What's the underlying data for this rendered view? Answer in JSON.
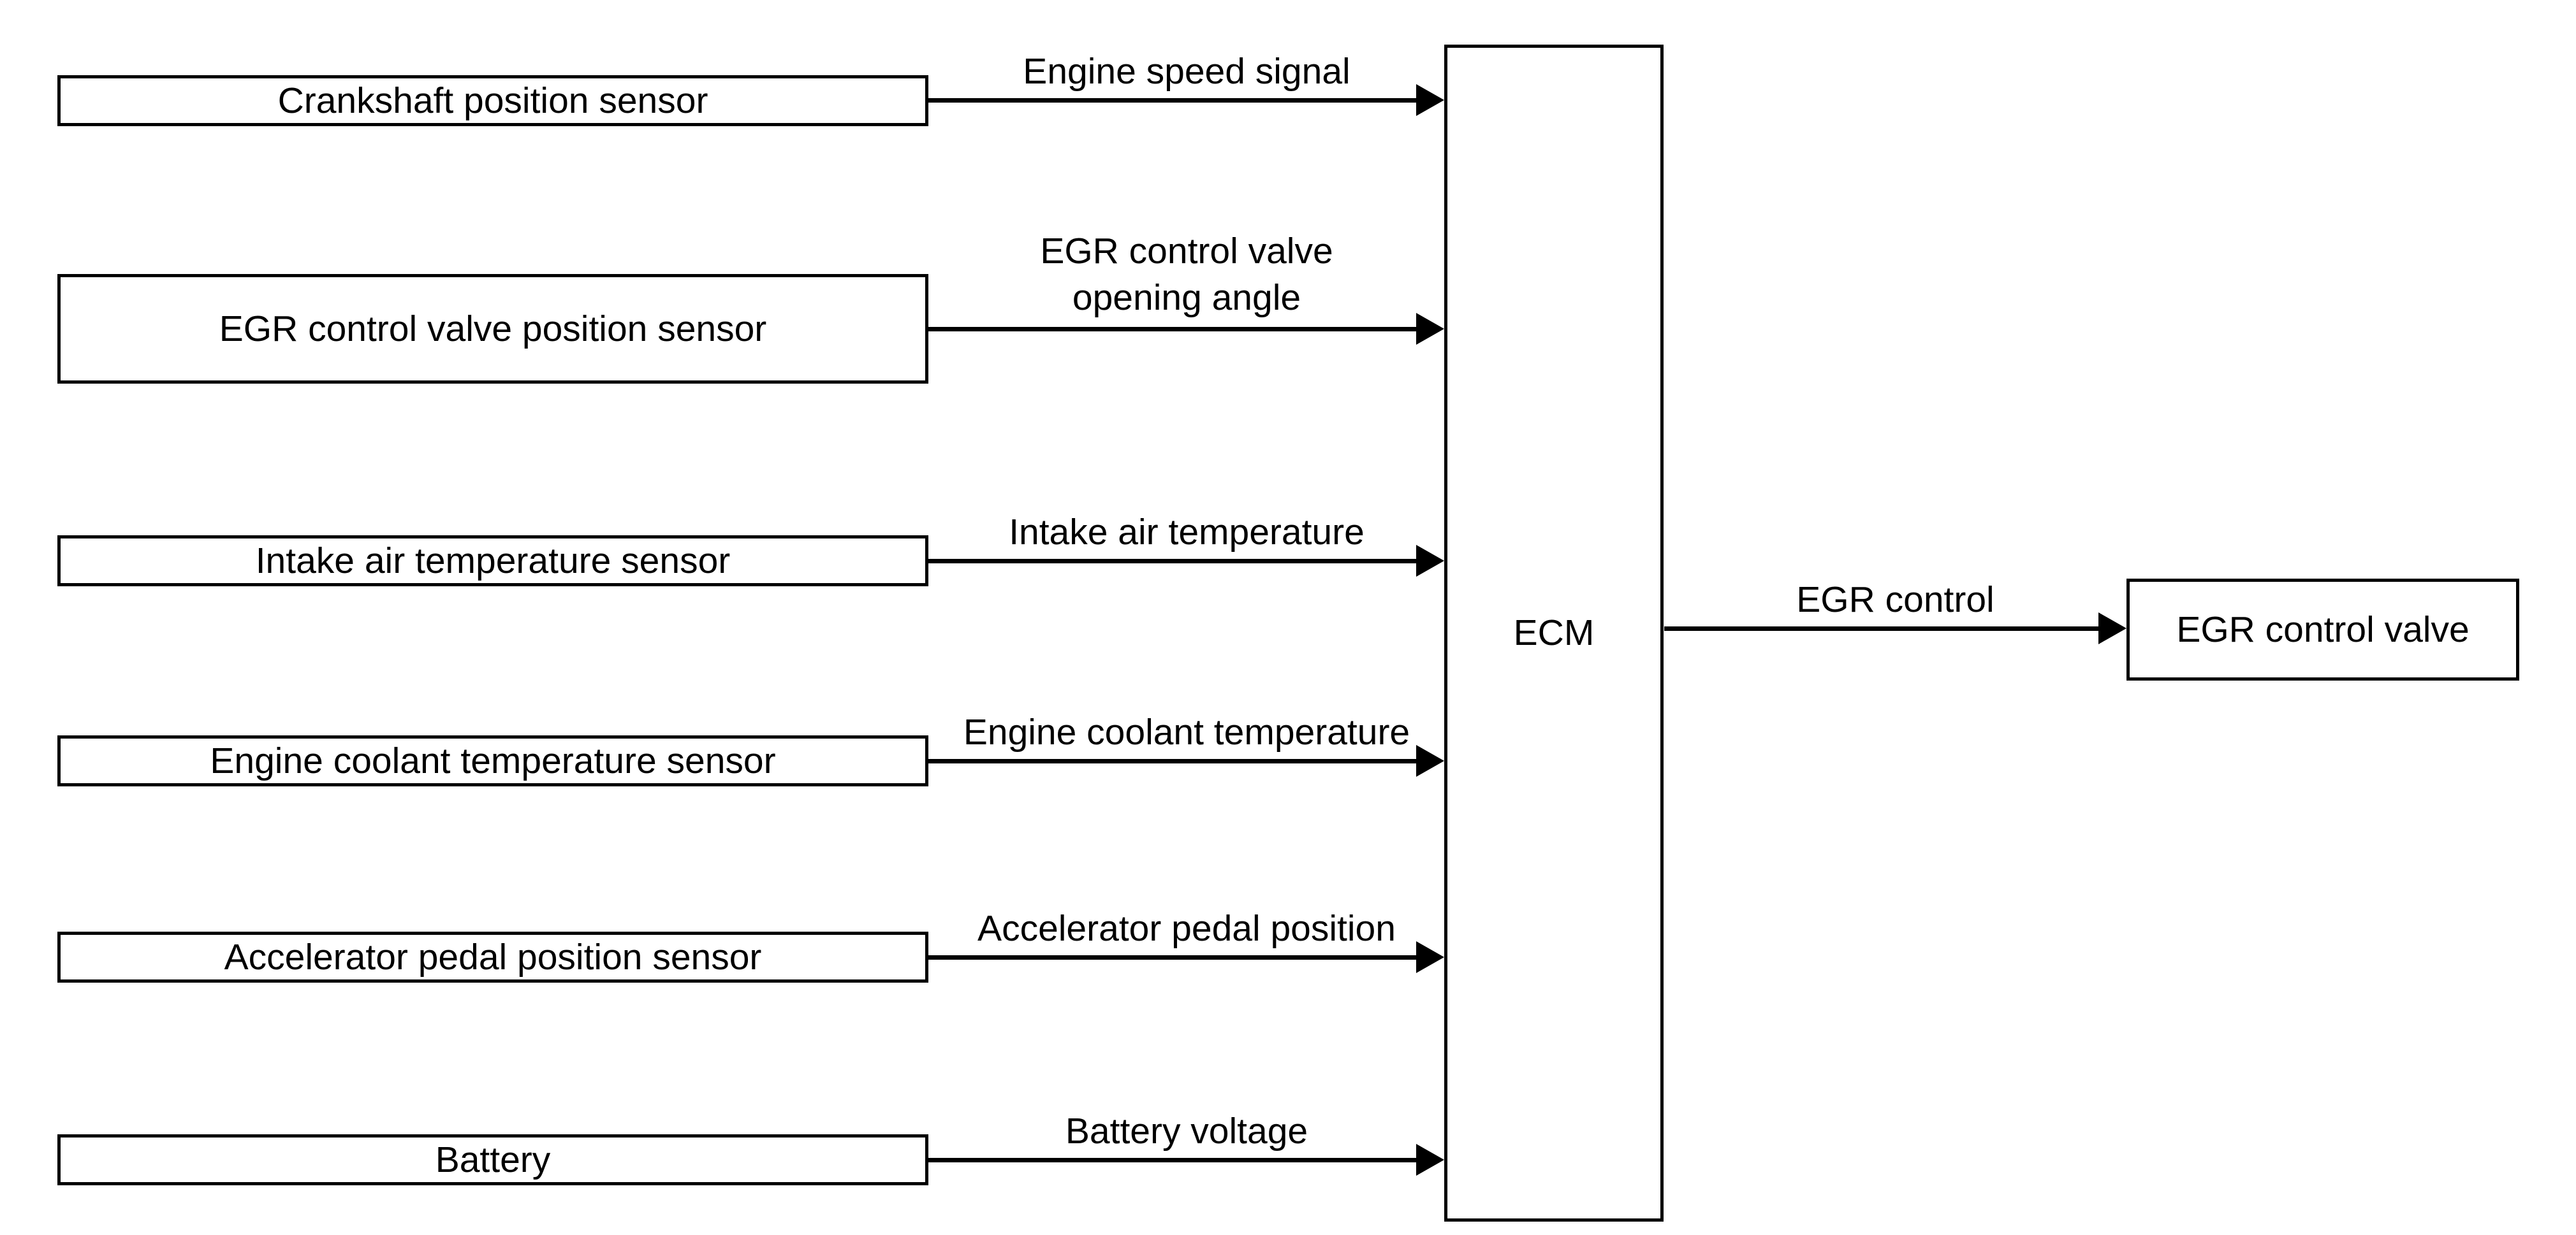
{
  "diagram": {
    "background_color": "#ffffff",
    "line_color": "#000000"
  },
  "sensors": [
    {
      "label": "Crankshaft position sensor",
      "signal": "Engine speed signal"
    },
    {
      "label": "EGR control valve position sensor",
      "signal": "EGR control valve\nopening angle"
    },
    {
      "label": "Intake air temperature sensor",
      "signal": "Intake air temperature"
    },
    {
      "label": "Engine coolant temperature sensor",
      "signal": "Engine coolant temperature"
    },
    {
      "label": "Accelerator pedal position sensor",
      "signal": "Accelerator pedal position"
    },
    {
      "label": "Battery",
      "signal": "Battery voltage"
    }
  ],
  "ecm": {
    "label": "ECM"
  },
  "output": {
    "signal": "EGR control",
    "actuator": "EGR control valve"
  }
}
